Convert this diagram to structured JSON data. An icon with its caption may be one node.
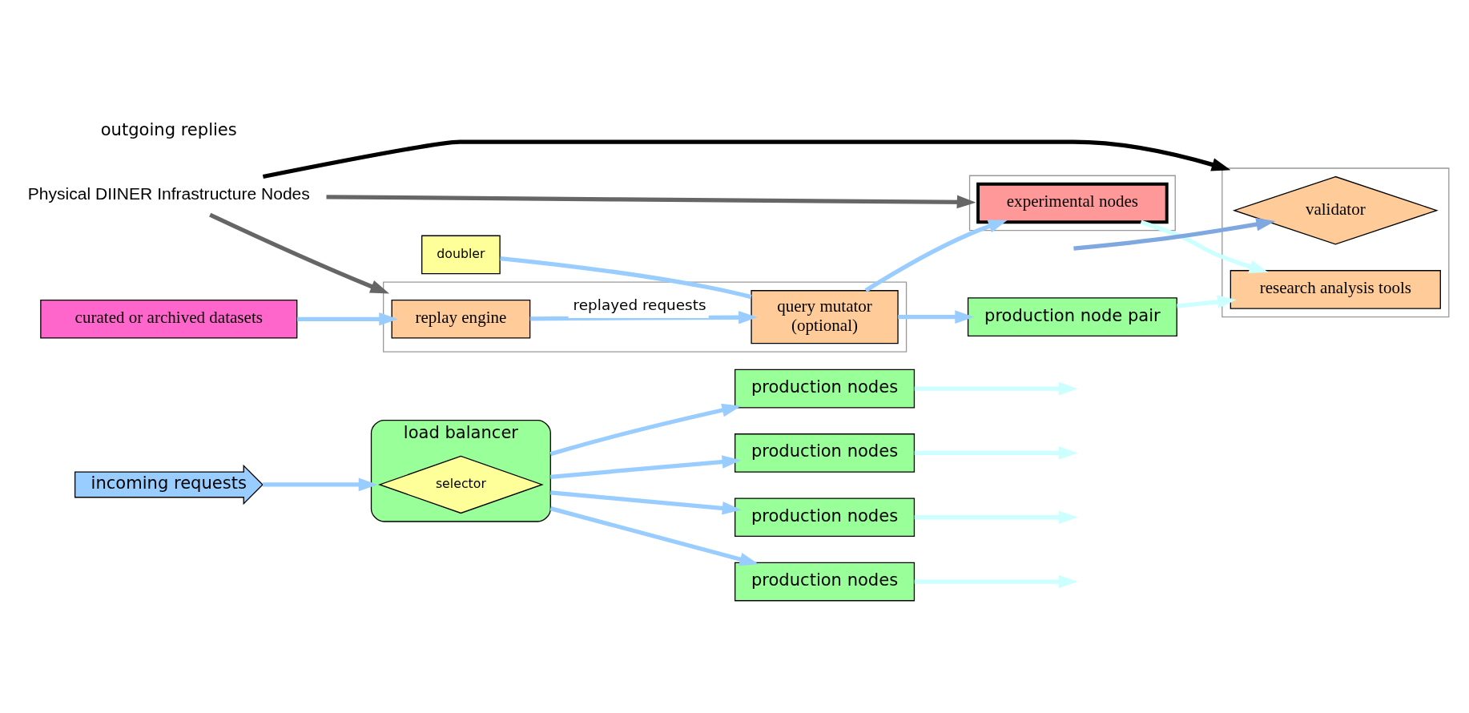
{
  "diagram": {
    "nodes": [
      {
        "text": [
          "incoming requests"
        ]
      },
      {
        "text": [
          "load balancer"
        ]
      },
      {
        "text": [
          "selector"
        ],
        "in": 1
      },
      {
        "text": [
          "doubler"
        ]
      },
      {
        "text": [
          "production nodes"
        ]
      },
      {
        "text": [
          "production nodes"
        ]
      },
      {
        "text": [
          "production nodes"
        ]
      },
      {
        "text": [
          "production nodes"
        ]
      },
      {
        "text": [],
        "shape": "box"
      },
      {
        "text": [
          "replay engine"
        ],
        "in": 8
      },
      {
        "text": [
          "query mutator",
          "(optional)"
        ],
        "in": 8
      },
      {
        "text": [
          "production node pair"
        ]
      },
      {
        "text": [],
        "shape": "box"
      },
      {
        "text": [
          "experimental nodes"
        ],
        "in": 12
      },
      {
        "text": [],
        "shape": "box"
      },
      {
        "text": [
          "validator"
        ],
        "in": 14
      },
      {
        "text": [
          "research analysis tools"
        ],
        "in": 14
      },
      {
        "text": [
          "curated or archived datasets"
        ]
      },
      {
        "text": [
          "Physical DIINER Infrastructure Nodes"
        ]
      }
    ],
    "edges": [
      {
        "from": 0,
        "to": 1,
        "arrow": "to"
      },
      {
        "from": 1,
        "to": 4,
        "arrow": "to"
      },
      {
        "from": 1,
        "to": 5,
        "arrow": "to"
      },
      {
        "from": 1,
        "to": 6,
        "arrow": "to"
      },
      {
        "from": 1,
        "to": 7,
        "arrow": "to"
      },
      {
        "from": 4,
        "to": null,
        "arrow": "to",
        "color": "#ccffff"
      },
      {
        "from": 5,
        "to": null,
        "arrow": "to",
        "color": "#ccffff"
      },
      {
        "from": 6,
        "to": null,
        "arrow": "to",
        "color": "#ccffff"
      },
      {
        "from": 7,
        "to": null,
        "arrow": "to",
        "color": "#ccffff"
      },
      {
        "from": null,
        "to": 15,
        "arrow": "to",
        "color": "#7fa7e0"
      },
      {
        "from": 3,
        "to": 10,
        "arrow": "none"
      },
      {
        "from": 9,
        "to": 10,
        "label": "replayed requests",
        "arrow": "to"
      },
      {
        "from": 10,
        "to": 11,
        "arrow": "to"
      },
      {
        "from": 10,
        "to": 13,
        "arrow": "to"
      },
      {
        "from": 11,
        "to": 16,
        "arrow": "to",
        "color": "#ccffff"
      },
      {
        "from": 13,
        "to": 16,
        "arrow": "to",
        "color": "#ccffff"
      },
      {
        "from": 17,
        "to": 9,
        "arrow": "to"
      },
      {
        "from": 18,
        "to": 8,
        "arrow": "to",
        "color": "#666666"
      },
      {
        "from": 18,
        "to": 12,
        "arrow": "to",
        "color": "#666666"
      },
      {
        "from": 18,
        "to": 14,
        "arrow": "to",
        "color": "#000000"
      }
    ],
    "labels": [
      "outgoing replies"
    ]
  }
}
